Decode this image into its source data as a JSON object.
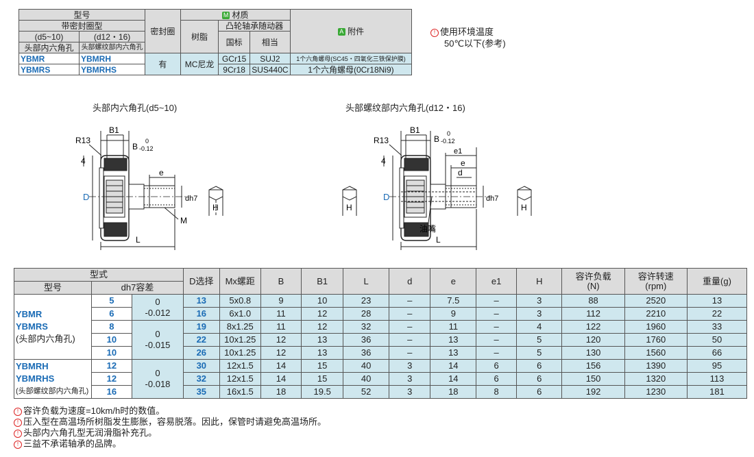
{
  "spec_table": {
    "h_model": "型号",
    "h_seal_type": "带密封圈型",
    "h_d5_10": "(d5~10)",
    "h_d12_16": "(d12・16)",
    "h_hex_head": "头部内六角孔",
    "h_hex_thread": "头部螺纹部内六角孔",
    "h_seal": "密封圈",
    "h_material": "材质",
    "h_mat_badge": "M",
    "h_resin": "树脂",
    "h_cam": "凸轮轴承随动器",
    "h_gb": "国标",
    "h_equiv": "相当",
    "h_acc_badge": "A",
    "h_acc": "附件",
    "r1_m1": "YBMR",
    "r1_m2": "YBMRH",
    "r2_m1": "YBMRS",
    "r2_m2": "YBMRHS",
    "seal_val": "有",
    "resin_val": "MC尼龙",
    "r1_gb": "GCr15",
    "r1_eq": "SUJ2",
    "r1_acc": "1个六角螺母(SC45・四氧化三铁保护膜)",
    "r2_gb": "9Cr18",
    "r2_eq": "SUS440C",
    "r2_acc": "1个六角螺母(0Cr18Ni9)"
  },
  "temp_note": {
    "line1": "使用环境温度",
    "line2": "50℃以下(参考)"
  },
  "diagrams": {
    "left_caption": "头部内六角孔(d5~10)",
    "right_caption": "头部螺纹部内六角孔(d12・16)",
    "R13": "R13",
    "B1": "B1",
    "B": "B",
    "tol_top": "0",
    "tol_bot": "-0.12",
    "four": "4",
    "D": "D",
    "e": "e",
    "e1": "e1",
    "d": "d",
    "dh7": "dh7",
    "M": "M",
    "L": "L",
    "H": "H",
    "oil": "油嘴"
  },
  "main_table": {
    "headers": {
      "type": "型式",
      "model": "型号",
      "dh7": "dh7容差",
      "dsel": "D选择",
      "mx": "Mx螺距",
      "B": "B",
      "B1": "B1",
      "L": "L",
      "d": "d",
      "e": "e",
      "e1": "e1",
      "H": "H",
      "load": "容许负载",
      "load_unit": "(N)",
      "speed": "容许转速",
      "speed_unit": "(rpm)",
      "weight": "重量(g)"
    },
    "group1": [
      "YBMR",
      "YBMRS",
      "(头部内六角孔)"
    ],
    "group2": [
      "YBMRH",
      "YBMRHS",
      "(头部螺纹部内六角孔)"
    ],
    "tolerances": [
      {
        "top": "0",
        "bot": "-0.012"
      },
      {
        "top": "0",
        "bot": "-0.015"
      },
      {
        "top": "0",
        "bot": "-0.018"
      }
    ],
    "rows": [
      {
        "dh7": "5",
        "D": "13",
        "mx": "5x0.8",
        "B": "9",
        "B1": "10",
        "L": "23",
        "d": "–",
        "e": "7.5",
        "e1": "–",
        "H": "3",
        "load": "88",
        "speed": "2520",
        "weight": "13"
      },
      {
        "dh7": "6",
        "D": "16",
        "mx": "6x1.0",
        "B": "11",
        "B1": "12",
        "L": "28",
        "d": "–",
        "e": "9",
        "e1": "–",
        "H": "3",
        "load": "112",
        "speed": "2210",
        "weight": "22"
      },
      {
        "dh7": "8",
        "D": "19",
        "mx": "8x1.25",
        "B": "11",
        "B1": "12",
        "L": "32",
        "d": "–",
        "e": "11",
        "e1": "–",
        "H": "4",
        "load": "122",
        "speed": "1960",
        "weight": "33"
      },
      {
        "dh7": "10",
        "D": "22",
        "mx": "10x1.25",
        "B": "12",
        "B1": "13",
        "L": "36",
        "d": "–",
        "e": "13",
        "e1": "–",
        "H": "5",
        "load": "120",
        "speed": "1760",
        "weight": "50"
      },
      {
        "dh7": "10",
        "D": "26",
        "mx": "10x1.25",
        "B": "12",
        "B1": "13",
        "L": "36",
        "d": "–",
        "e": "13",
        "e1": "–",
        "H": "5",
        "load": "130",
        "speed": "1560",
        "weight": "66"
      },
      {
        "dh7": "12",
        "D": "30",
        "mx": "12x1.5",
        "B": "14",
        "B1": "15",
        "L": "40",
        "d": "3",
        "e": "14",
        "e1": "6",
        "H": "6",
        "load": "156",
        "speed": "1390",
        "weight": "95"
      },
      {
        "dh7": "12",
        "D": "32",
        "mx": "12x1.5",
        "B": "14",
        "B1": "15",
        "L": "40",
        "d": "3",
        "e": "14",
        "e1": "6",
        "H": "6",
        "load": "150",
        "speed": "1320",
        "weight": "113"
      },
      {
        "dh7": "16",
        "D": "35",
        "mx": "16x1.5",
        "B": "18",
        "B1": "19.5",
        "L": "52",
        "d": "3",
        "e": "18",
        "e1": "8",
        "H": "6",
        "load": "192",
        "speed": "1230",
        "weight": "181"
      }
    ]
  },
  "notes": [
    "容许负载为速度=10km/h时的数值。",
    "压入型在高温场所树脂发生膨胀，容易脱落。因此，保管时请避免高温场所。",
    "头部内六角孔型无润滑脂补充孔。",
    "三益不承诺轴承的品牌。"
  ]
}
